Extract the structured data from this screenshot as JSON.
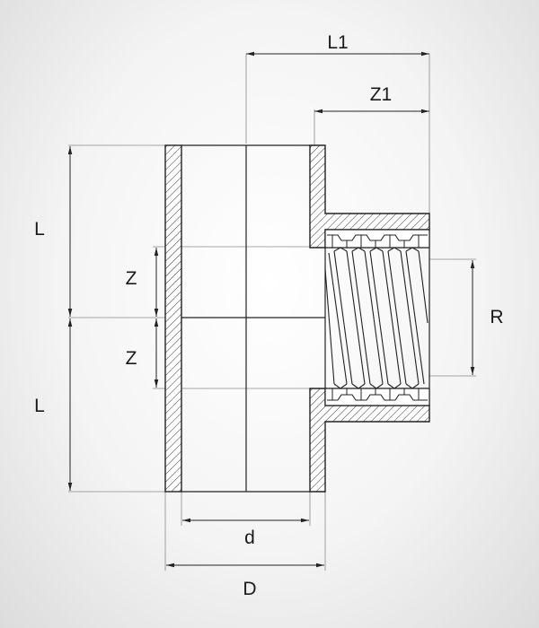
{
  "labels": {
    "L1": "L1",
    "Z1": "Z1",
    "L_top": "L",
    "L_bottom": "L",
    "Z_top": "Z",
    "Z_bottom": "Z",
    "R": "R",
    "d": "d",
    "D": "D"
  },
  "colors": {
    "line": "#222222",
    "extension": "#8a8a8a",
    "background": "#f4f4f4"
  }
}
